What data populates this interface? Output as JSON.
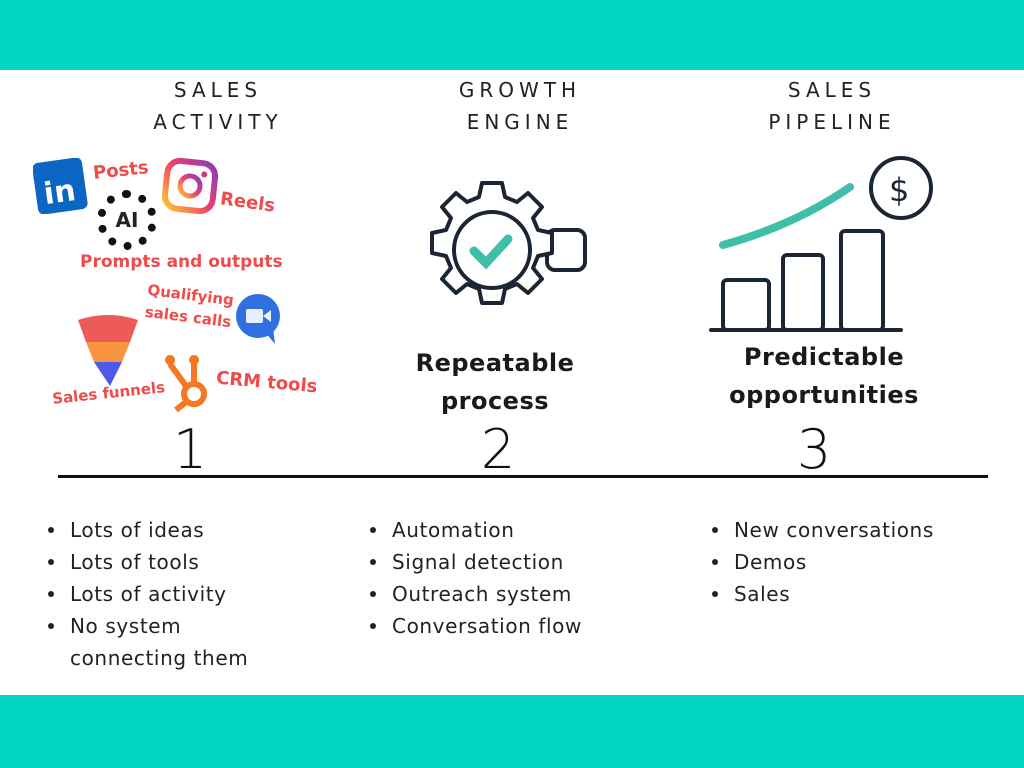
{
  "columns": [
    {
      "heading_line1": "SALES",
      "heading_line2": "ACTIVITY",
      "number": "1",
      "tags": {
        "posts": "Posts",
        "reels": "Reels",
        "prompts": "Prompts and outputs",
        "calls_line1": "Qualifying",
        "calls_line2": "sales calls",
        "funnels": "Sales funnels",
        "crm": "CRM tools"
      },
      "ai_badge": "AI",
      "bullets": [
        "Lots of ideas",
        "Lots of tools",
        "Lots of activity",
        "No system",
        "connecting them"
      ]
    },
    {
      "heading_line1": "GROWTH",
      "heading_line2": "ENGINE",
      "number": "2",
      "subtitle_line1": "Repeatable",
      "subtitle_line2": "process",
      "bullets": [
        "Automation",
        "Signal detection",
        "Outreach system",
        "Conversation flow"
      ]
    },
    {
      "heading_line1": "SALES",
      "heading_line2": "PIPELINE",
      "number": "3",
      "subtitle_line1": "Predictable",
      "subtitle_line2": "opportunities",
      "bullets": [
        "New conversations",
        "Demos",
        "Sales"
      ]
    }
  ],
  "colors": {
    "band": "#03d6c4",
    "accent_red": "#ef4b4b",
    "teal": "#3dbfaa"
  }
}
